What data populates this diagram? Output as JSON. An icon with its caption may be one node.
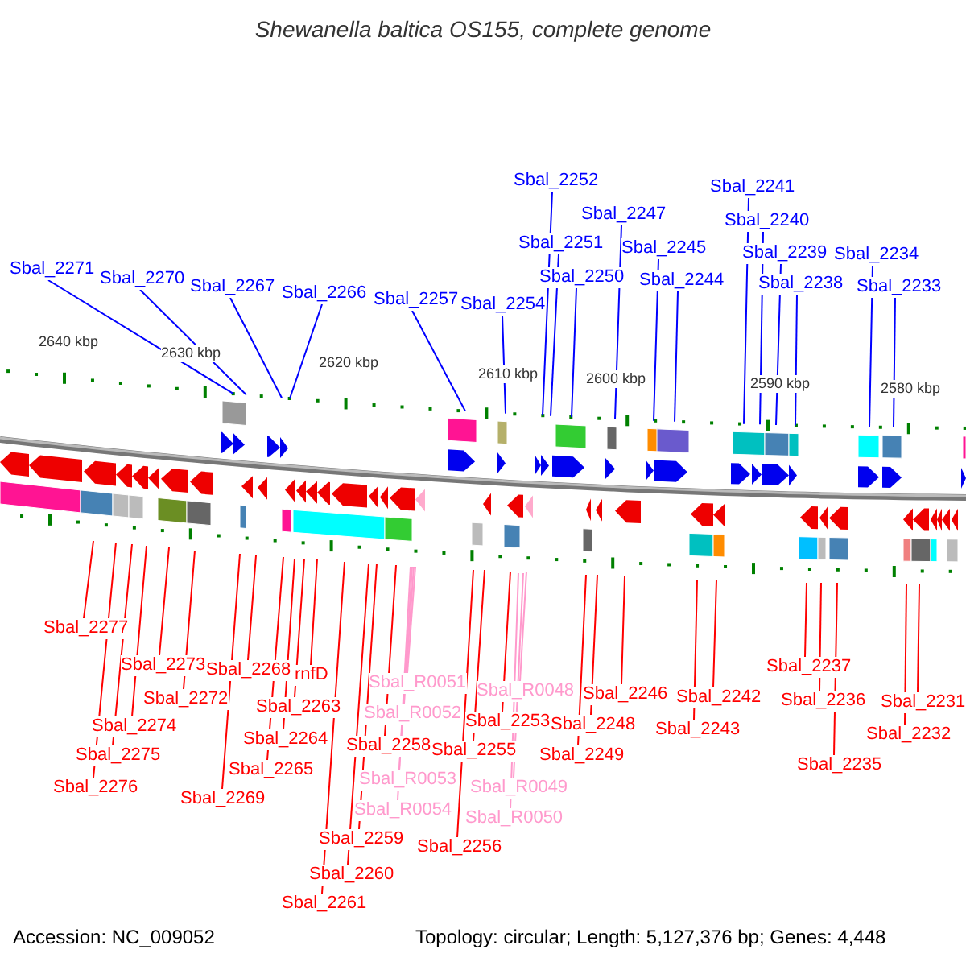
{
  "diagram": {
    "title": "Shewanella baltica OS155, complete genome",
    "nodes": [
      {
        "text": [
          "Sbal_2271"
        ]
      },
      {
        "text": [
          "Sbal_2270"
        ]
      },
      {
        "text": [
          "Sbal_2267"
        ]
      },
      {
        "text": [
          "Sbal_2266"
        ]
      },
      {
        "text": [
          "Sbal_2257"
        ]
      },
      {
        "text": [
          "Sbal_2254"
        ]
      },
      {
        "text": [
          "Sbal_2252"
        ]
      },
      {
        "text": [
          "Sbal_2251"
        ]
      },
      {
        "text": [
          "Sbal_2250"
        ]
      },
      {
        "text": [
          "Sbal_2247"
        ]
      },
      {
        "text": [
          "Sbal_2245"
        ]
      },
      {
        "text": [
          "Sbal_2244"
        ]
      },
      {
        "text": [
          "Sbal_2241"
        ]
      },
      {
        "text": [
          "Sbal_2240"
        ]
      },
      {
        "text": [
          "Sbal_2239"
        ]
      },
      {
        "text": [
          "Sbal_2238"
        ]
      },
      {
        "text": [
          "Sbal_2234"
        ]
      },
      {
        "text": [
          "Sbal_2233"
        ]
      },
      {
        "text": [
          "Sbal_2277"
        ]
      },
      {
        "text": [
          "Sbal_2276"
        ]
      },
      {
        "text": [
          "Sbal_2275"
        ]
      },
      {
        "text": [
          "Sbal_2274"
        ]
      },
      {
        "text": [
          "Sbal_2273"
        ]
      },
      {
        "text": [
          "Sbal_2272"
        ]
      },
      {
        "text": [
          "Sbal_2269"
        ]
      },
      {
        "text": [
          "Sbal_2268"
        ]
      },
      {
        "text": [
          "Sbal_2265"
        ]
      },
      {
        "text": [
          "Sbal_2264"
        ]
      },
      {
        "text": [
          "Sbal_2263"
        ]
      },
      {
        "text": [
          "rnfD"
        ]
      },
      {
        "text": [
          "Sbal_2261"
        ]
      },
      {
        "text": [
          "Sbal_2260"
        ]
      },
      {
        "text": [
          "Sbal_2259"
        ]
      },
      {
        "text": [
          "Sbal_2258"
        ]
      },
      {
        "text": [
          "Sbal_R0051"
        ]
      },
      {
        "text": [
          "Sbal_R0052"
        ]
      },
      {
        "text": [
          "Sbal_R0053"
        ]
      },
      {
        "text": [
          "Sbal_R0054"
        ]
      },
      {
        "text": [
          "Sbal_2256"
        ]
      },
      {
        "text": [
          "Sbal_2255"
        ]
      },
      {
        "text": [
          "Sbal_2253"
        ]
      },
      {
        "text": [
          "Sbal_R0048"
        ]
      },
      {
        "text": [
          "Sbal_R0049"
        ]
      },
      {
        "text": [
          "Sbal_R0050"
        ]
      },
      {
        "text": [
          "Sbal_2249"
        ]
      },
      {
        "text": [
          "Sbal_2248"
        ]
      },
      {
        "text": [
          "Sbal_2246"
        ]
      },
      {
        "text": [
          "Sbal_2243"
        ]
      },
      {
        "text": [
          "Sbal_2242"
        ]
      },
      {
        "text": [
          "Sbal_2237"
        ]
      },
      {
        "text": [
          "Sbal_2236"
        ]
      },
      {
        "text": [
          "Sbal_2235"
        ]
      },
      {
        "text": [
          "Sbal_2232"
        ]
      },
      {
        "text": [
          "Sbal_2231"
        ]
      }
    ],
    "edges": [
      {
        "from": 0,
        "to": null,
        "arrow": "none",
        "color": "#0000ff"
      },
      {
        "from": 1,
        "to": null,
        "arrow": "none",
        "color": "#0000ff"
      },
      {
        "from": 2,
        "to": null,
        "arrow": "none",
        "color": "#0000ff"
      },
      {
        "from": 3,
        "to": null,
        "arrow": "none",
        "color": "#0000ff"
      },
      {
        "from": 4,
        "to": null,
        "arrow": "none",
        "color": "#0000ff"
      },
      {
        "from": 5,
        "to": null,
        "arrow": "none",
        "color": "#0000ff"
      },
      {
        "from": 6,
        "to": null,
        "arrow": "none",
        "color": "#0000ff"
      },
      {
        "from": 7,
        "to": null,
        "arrow": "none",
        "color": "#0000ff"
      },
      {
        "from": 8,
        "to": null,
        "arrow": "none",
        "color": "#0000ff"
      },
      {
        "from": 9,
        "to": null,
        "arrow": "none",
        "color": "#0000ff"
      },
      {
        "from": 10,
        "to": null,
        "arrow": "none",
        "color": "#0000ff"
      },
      {
        "from": 11,
        "to": null,
        "arrow": "none",
        "color": "#0000ff"
      },
      {
        "from": 12,
        "to": null,
        "arrow": "none",
        "color": "#0000ff"
      },
      {
        "from": 13,
        "to": null,
        "arrow": "none",
        "color": "#0000ff"
      },
      {
        "from": 14,
        "to": null,
        "arrow": "none",
        "color": "#0000ff"
      },
      {
        "from": 15,
        "to": null,
        "arrow": "none",
        "color": "#0000ff"
      },
      {
        "from": 16,
        "to": null,
        "arrow": "none",
        "color": "#0000ff"
      },
      {
        "from": 17,
        "to": null,
        "arrow": "none",
        "color": "#0000ff"
      },
      {
        "from": 18,
        "to": null,
        "arrow": "none"
      },
      {
        "from": 19,
        "to": null,
        "arrow": "none"
      },
      {
        "from": 20,
        "to": null,
        "arrow": "none"
      },
      {
        "from": 21,
        "to": null,
        "arrow": "none"
      },
      {
        "from": 22,
        "to": null,
        "arrow": "none"
      },
      {
        "from": 23,
        "to": null,
        "arrow": "none"
      },
      {
        "from": 24,
        "to": null,
        "arrow": "none"
      },
      {
        "from": 25,
        "to": null,
        "arrow": "none"
      },
      {
        "from": 26,
        "to": null,
        "arrow": "none"
      },
      {
        "from": 27,
        "to": null,
        "arrow": "none"
      },
      {
        "from": 28,
        "to": null,
        "arrow": "none"
      },
      {
        "from": 29,
        "to": null,
        "arrow": "none"
      },
      {
        "from": 30,
        "to": null,
        "arrow": "none"
      },
      {
        "from": 31,
        "to": null,
        "arrow": "none"
      },
      {
        "from": 32,
        "to": null,
        "arrow": "none"
      },
      {
        "from": 33,
        "to": null,
        "arrow": "none"
      },
      {
        "from": 34,
        "to": null,
        "arrow": "none",
        "color": "#ff99cc"
      },
      {
        "from": 35,
        "to": null,
        "arrow": "none",
        "color": "#ff99cc"
      },
      {
        "from": 36,
        "to": null,
        "arrow": "none",
        "color": "#ff99cc"
      },
      {
        "from": 37,
        "to": null,
        "arrow": "none",
        "color": "#ff99cc"
      },
      {
        "from": 38,
        "to": null,
        "arrow": "none"
      },
      {
        "from": 39,
        "to": null,
        "arrow": "none"
      },
      {
        "from": 40,
        "to": null,
        "arrow": "none"
      },
      {
        "from": 41,
        "to": null,
        "arrow": "none",
        "color": "#ff99cc"
      },
      {
        "from": 42,
        "to": null,
        "arrow": "none",
        "color": "#ff99cc"
      },
      {
        "from": 43,
        "to": null,
        "arrow": "none",
        "color": "#ff99cc"
      },
      {
        "from": 44,
        "to": null,
        "arrow": "none"
      },
      {
        "from": 45,
        "to": null,
        "arrow": "none"
      },
      {
        "from": 46,
        "to": null,
        "arrow": "none"
      },
      {
        "from": 47,
        "to": null,
        "arrow": "none"
      },
      {
        "from": 48,
        "to": null,
        "arrow": "none"
      },
      {
        "from": 49,
        "to": null,
        "arrow": "none"
      },
      {
        "from": 50,
        "to": null,
        "arrow": "none"
      },
      {
        "from": 51,
        "to": null,
        "arrow": "none"
      },
      {
        "from": 52,
        "to": null,
        "arrow": "none"
      },
      {
        "from": 53,
        "to": null,
        "arrow": "none"
      }
    ],
    "labels": [
      "2640 kbp",
      "2630 kbp",
      "2620 kbp",
      "2610 kbp",
      "2600 kbp",
      "2590 kbp",
      "2580 kbp",
      "Accession: NC_009052",
      "Topology: circular; Length: 5,127,376 bp; Genes: 4,448"
    ]
  }
}
